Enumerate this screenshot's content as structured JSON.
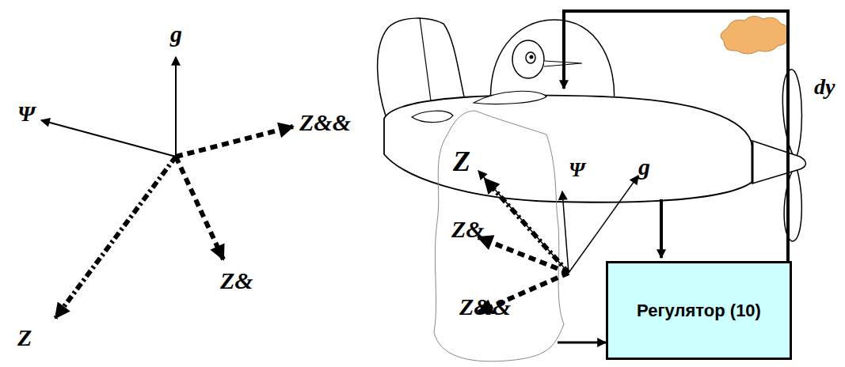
{
  "diagram": {
    "nodes": [
      {
        "text": [
          "Z&",
          "Z&&"
        ]
      },
      {
        "text": [
          "Регулятор (10)"
        ]
      }
    ],
    "edges": [
      {
        "from": 0,
        "to": 1,
        "arrow": "to"
      }
    ],
    "labels": [
      "g",
      "Ψ",
      "Z&&",
      "Z",
      "Z&",
      "Z",
      "Ψ",
      "g",
      "dy"
    ]
  }
}
